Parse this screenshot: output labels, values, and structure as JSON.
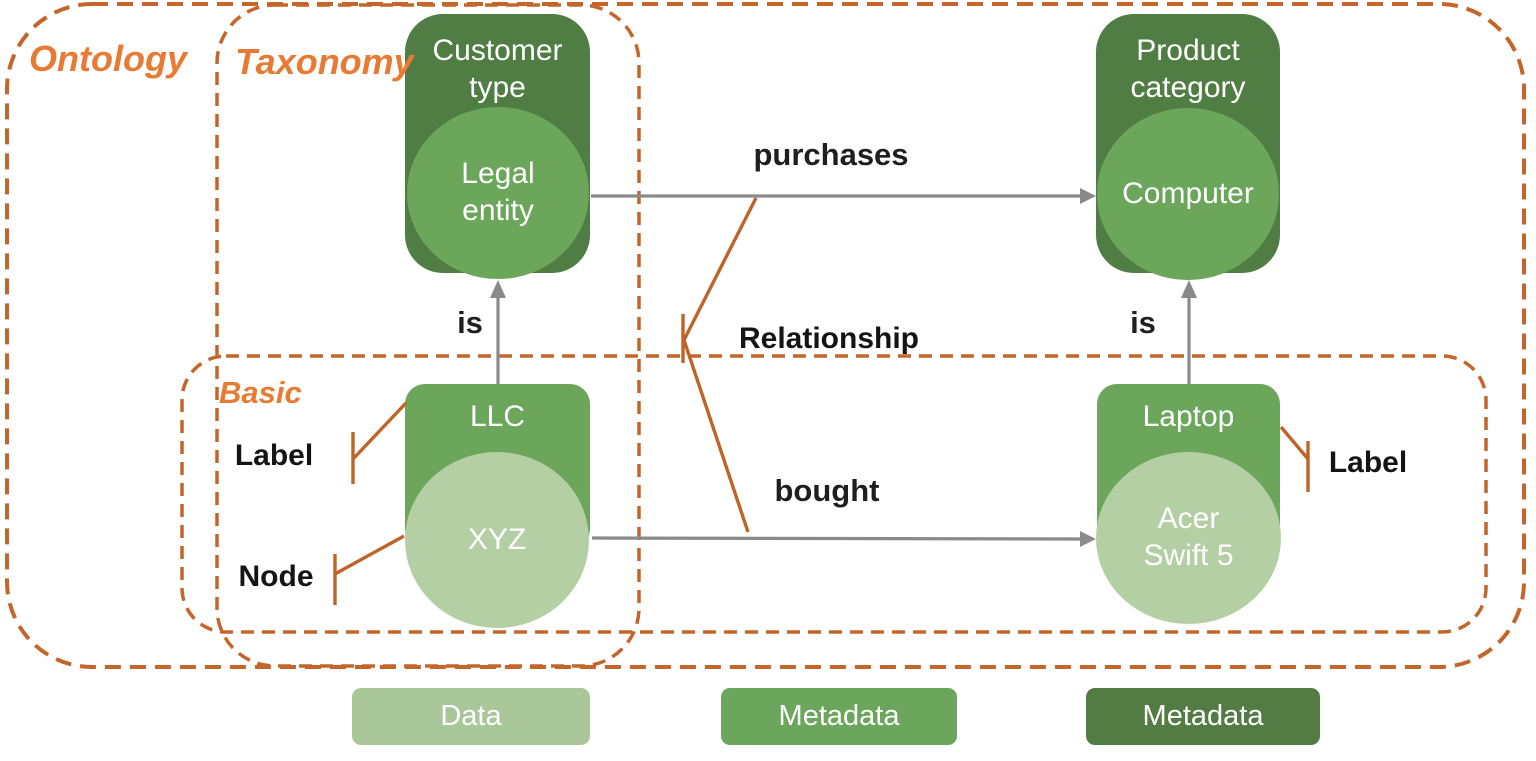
{
  "regions": {
    "ontology": {
      "label": "Ontology"
    },
    "taxonomy": {
      "label": "Taxonomy"
    },
    "basic": {
      "label": "Basic"
    }
  },
  "nodes": {
    "customer_type": {
      "label": "Customer type",
      "level": "metadata-dark"
    },
    "product_category": {
      "label": "Product category",
      "level": "metadata-dark"
    },
    "legal_entity": {
      "label": "Legal entity",
      "level": "metadata-mid"
    },
    "computer": {
      "label": "Computer",
      "level": "metadata-mid"
    },
    "llc": {
      "label": "LLC",
      "level": "metadata-mid"
    },
    "laptop": {
      "label": "Laptop",
      "level": "metadata-mid"
    },
    "xyz": {
      "label": "XYZ",
      "level": "data"
    },
    "acer_swift_5": {
      "label": "Acer Swift 5",
      "level": "data"
    }
  },
  "edges": {
    "purchases": {
      "label": "purchases",
      "from": "Legal entity",
      "to": "Computer"
    },
    "bought": {
      "label": "bought",
      "from": "XYZ",
      "to": "Acer Swift 5"
    },
    "is_left": {
      "label": "is",
      "from": "LLC",
      "to": "Legal entity"
    },
    "is_right": {
      "label": "is",
      "from": "Laptop",
      "to": "Computer"
    }
  },
  "annotations": {
    "relationship": {
      "label": "Relationship"
    },
    "label_left": {
      "label": "Label"
    },
    "node": {
      "label": "Node"
    },
    "label_right": {
      "label": "Label"
    }
  },
  "legend": [
    {
      "label": "Data",
      "color": "#a9c799"
    },
    {
      "label": "Metadata",
      "color": "#6ca55c"
    },
    {
      "label": "Metadata",
      "color": "#527c44"
    }
  ],
  "colors": {
    "node_dark_fill": "#4f7d43",
    "node_mid_fill": "#6ba65b",
    "node_light_fill": "#b5cfa4",
    "dash_orange": "#c4662a",
    "annotation_orange": "#bf6429",
    "region_label_orange": "#e87b33",
    "arrow_gray": "#8a8a8a",
    "text_dark": "#1f1f1f"
  }
}
